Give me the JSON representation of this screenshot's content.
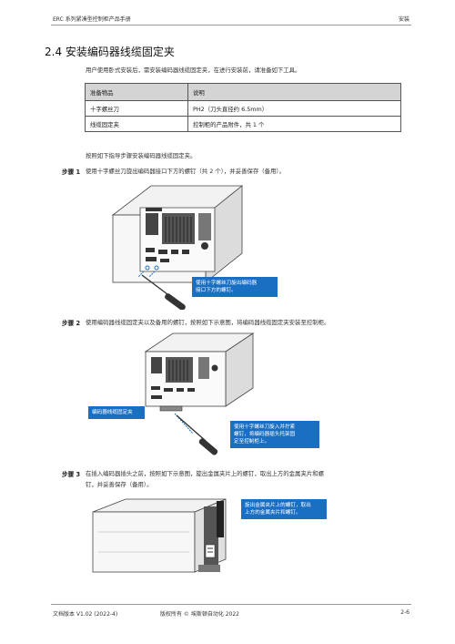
{
  "header": {
    "left": "ERC 系列紧凑型控制柜产品手册",
    "right": "安装"
  },
  "section": {
    "title": "2.4  安装编码器线缆固定夹",
    "intro": "用户使用卧式安装后，需安装编码器线缆固定夹，在进行安装前，请准备如下工具。"
  },
  "tools_table": {
    "headers": [
      "准备物品",
      "说明"
    ],
    "rows": [
      [
        "十字螺丝刀",
        "PH2（刀头直径约 6.5mm）"
      ],
      [
        "线缆固定夹",
        "控制柜的产品附件，共 1 个"
      ]
    ]
  },
  "instruction": "按照如下指导步骤安装编码器线缆固定夹。",
  "steps": [
    {
      "label": "步骤 1",
      "text": "使用十字螺丝刀旋出编码器接口下方的螺钉（共 2 个），并妥善保存（备用）。",
      "callouts": [
        "使用十字螺丝刀旋出编码器\n接口下方的螺钉。"
      ]
    },
    {
      "label": "步骤 2",
      "text": "使用编码器线缆固定夹以及备用的螺钉，按照如下示意图，将编码器线缆固定夹安装至控制柜。",
      "callouts": [
        "编码器线缆固定夹",
        "使用十字螺丝刀旋入并拧紧\n螺钉，将编码器插头托架固\n定至控制柜上。"
      ]
    },
    {
      "label": "步骤 3",
      "text_line1": "在插入编码器插头之前，按照如下示意图，旋出金属夹片上的螺钉，取出上方的金属夹片和螺",
      "text_line2": "钉，并妥善保存（备用）。",
      "callouts": [
        "旋出金属夹片上的螺钉，取出\n上方的金属夹片和螺钉。"
      ]
    }
  ],
  "footer": {
    "left": "文档版本  V1.02 (2022-4)",
    "middle": "版权所有 © 埃斯顿自动化  2022",
    "right": "2-6"
  },
  "colors": {
    "callout_bg": "#1b6fc2",
    "table_header_bg": "#d4d4d4"
  }
}
